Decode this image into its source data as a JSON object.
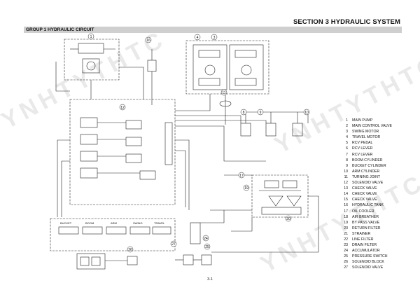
{
  "header": {
    "section_title": "SECTION 3 HYDRAULIC SYSTEM",
    "group_title": "GROUP 1 HYDRAULIC CIRCUIT"
  },
  "legend": [
    {
      "num": "1",
      "label": "MAIN PUMP"
    },
    {
      "num": "2",
      "label": "MAIN CONTROL VALVE"
    },
    {
      "num": "3",
      "label": "SWING MOTOR"
    },
    {
      "num": "4",
      "label": "TRAVEL MOTOR"
    },
    {
      "num": "5",
      "label": "RCV PEDAL"
    },
    {
      "num": "6",
      "label": "RCV LEVER"
    },
    {
      "num": "7",
      "label": "RCV LEVER"
    },
    {
      "num": "8",
      "label": "BOOM CYLINDER"
    },
    {
      "num": "9",
      "label": "BUCKET CYLINDER"
    },
    {
      "num": "10",
      "label": "ARM CYLINDER"
    },
    {
      "num": "11",
      "label": "TURNING JOINT"
    },
    {
      "num": "12",
      "label": "SOLENOID VALVE"
    },
    {
      "num": "13",
      "label": "CHECK VALVE"
    },
    {
      "num": "14",
      "label": "CHECK VALVE"
    },
    {
      "num": "15",
      "label": "CHECK VALVE"
    },
    {
      "num": "16",
      "label": "HYDRAULIC TANK"
    },
    {
      "num": "17",
      "label": "OIL COOLER"
    },
    {
      "num": "18",
      "label": "AIR BREATHER"
    },
    {
      "num": "19",
      "label": "BY PASS VALVE"
    },
    {
      "num": "20",
      "label": "RETURN FILTER"
    },
    {
      "num": "21",
      "label": "STRAINER"
    },
    {
      "num": "22",
      "label": "LINE FILTER"
    },
    {
      "num": "23",
      "label": "DRAIN FILTER"
    },
    {
      "num": "24",
      "label": "ACCUMULATOR"
    },
    {
      "num": "25",
      "label": "PRESSURE SWITCH"
    },
    {
      "num": "26",
      "label": "SOLENOID BLOCK"
    },
    {
      "num": "27",
      "label": "SOLENOID VALVE"
    }
  ],
  "diagram_labels": {
    "callout_1": "1",
    "callout_3": "3",
    "callout_4": "4",
    "callout_8": "8",
    "callout_9": "9",
    "callout_10": "10",
    "callout_11": "11",
    "callout_12": "12",
    "callout_16": "16",
    "callout_17": "17",
    "callout_19": "19",
    "callout_20": "20",
    "callout_24": "24",
    "callout_25": "25",
    "callout_26": "26",
    "callout_27": "27",
    "rcv_bucket": "BUCKET",
    "rcv_boom": "BOOM",
    "rcv_arm": "ARM",
    "rcv_swing": "SWING",
    "rcv_travel": "TRAVEL"
  },
  "page_number": "3-1",
  "watermark": "YNHTYTHTC"
}
